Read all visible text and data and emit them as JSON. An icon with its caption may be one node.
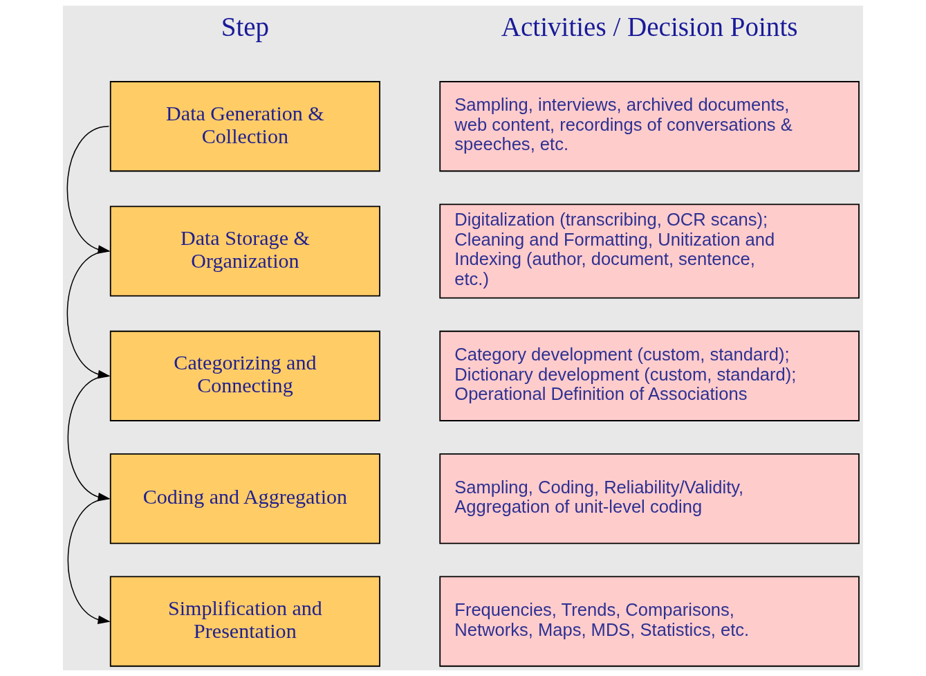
{
  "diagram": {
    "nodes": [
      {
        "text": [
          "Data Generation & Collection"
        ]
      },
      {
        "text": [
          "Sampling, interviews, archived documents, web content, recordings of conversations & speeches, etc."
        ]
      },
      {
        "text": [
          "Data Storage & Organization"
        ]
      },
      {
        "text": [
          "Digitalization (transcribing, OCR scans); Cleaning and Formatting, Unitization and Indexing (author, document, sentence, etc.)"
        ]
      },
      {
        "text": [
          "Categorizing and Connecting"
        ]
      },
      {
        "text": [
          "Category development (custom, standard); Dictionary development (custom, standard); Operational Definition of Associations"
        ]
      },
      {
        "text": [
          "Coding and Aggregation"
        ]
      },
      {
        "text": [
          "Sampling, Coding, Reliability/Validity, Aggregation of unit-level coding"
        ]
      },
      {
        "text": [
          "Simplification and Presentation"
        ]
      },
      {
        "text": [
          "Frequencies, Trends, Comparisons, Networks, Maps, MDS, Statistics, etc."
        ]
      }
    ],
    "edges": [
      {
        "from": 0,
        "to": 2,
        "arrow": "to"
      },
      {
        "from": 2,
        "to": 4,
        "arrow": "to"
      },
      {
        "from": 4,
        "to": 6,
        "arrow": "to"
      },
      {
        "from": 6,
        "to": 8,
        "arrow": "to"
      }
    ],
    "labels": [
      "Step",
      "Activities / Decision Points"
    ]
  }
}
